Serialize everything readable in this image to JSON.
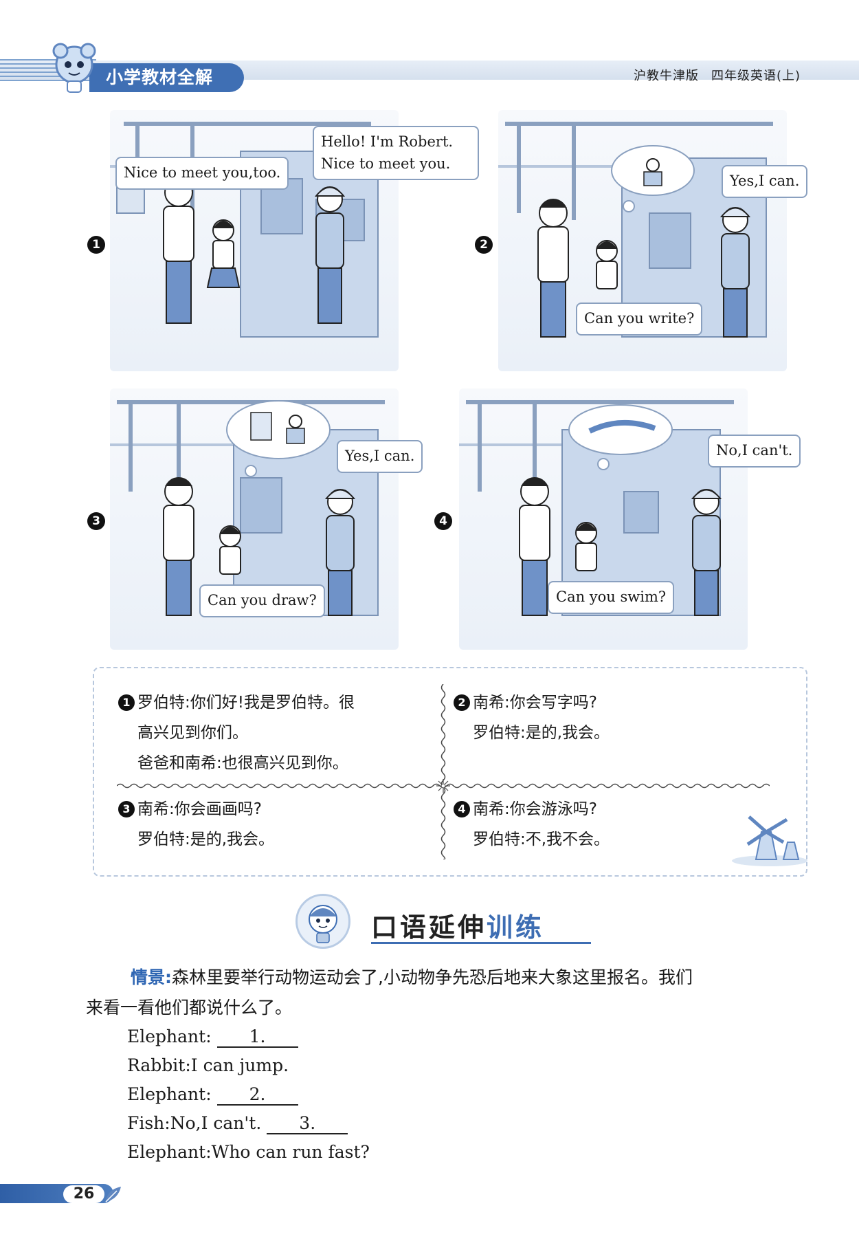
{
  "header": {
    "book_title": "小学教材全解",
    "edition": "沪教牛津版",
    "grade": "四年级英语(上)"
  },
  "panels": [
    {
      "number": "1",
      "bubbles": [
        "Nice to meet you,too.",
        "Hello! I'm Robert. Nice to meet you."
      ]
    },
    {
      "number": "2",
      "bubbles": [
        "Yes,I can.",
        "Can you write?"
      ]
    },
    {
      "number": "3",
      "bubbles": [
        "Yes,I can.",
        "Can you draw?"
      ]
    },
    {
      "number": "4",
      "bubbles": [
        "No,I can't.",
        "Can you swim?"
      ]
    }
  ],
  "translations": [
    {
      "number": "1",
      "lines": [
        "罗伯特:你们好!我是罗伯特。很",
        "高兴见到你们。",
        "爸爸和南希:也很高兴见到你。"
      ]
    },
    {
      "number": "2",
      "lines": [
        "南希:你会写字吗?",
        "罗伯特:是的,我会。"
      ]
    },
    {
      "number": "3",
      "lines": [
        "南希:你会画画吗?",
        "罗伯特:是的,我会。"
      ]
    },
    {
      "number": "4",
      "lines": [
        "南希:你会游泳吗?",
        "罗伯特:不,我不会。"
      ]
    }
  ],
  "section": {
    "title_plain": "口语延伸",
    "title_accent": "训练"
  },
  "scenario": {
    "tag": "情景:",
    "text_line1": "森林里要举行动物运动会了,小动物争先恐后地来大象这里报名。我们",
    "text_line2": "来看一看他们都说什么了。"
  },
  "dialogue": [
    {
      "speaker": "Elephant:",
      "text": "",
      "blank": "1."
    },
    {
      "speaker": "Rabbit:",
      "text": "I can jump.",
      "blank": ""
    },
    {
      "speaker": "Elephant:",
      "text": "",
      "blank": "2."
    },
    {
      "speaker": "Fish:",
      "text": "No,I can't.",
      "blank": "3."
    },
    {
      "speaker": "Elephant:",
      "text": "Who can run fast?",
      "blank": ""
    }
  ],
  "footer": {
    "page_number": "26"
  },
  "colors": {
    "accent_blue": "#3d6db3",
    "panel_bg": "#eaf0f8",
    "bubble_border": "#8aa0bf"
  }
}
